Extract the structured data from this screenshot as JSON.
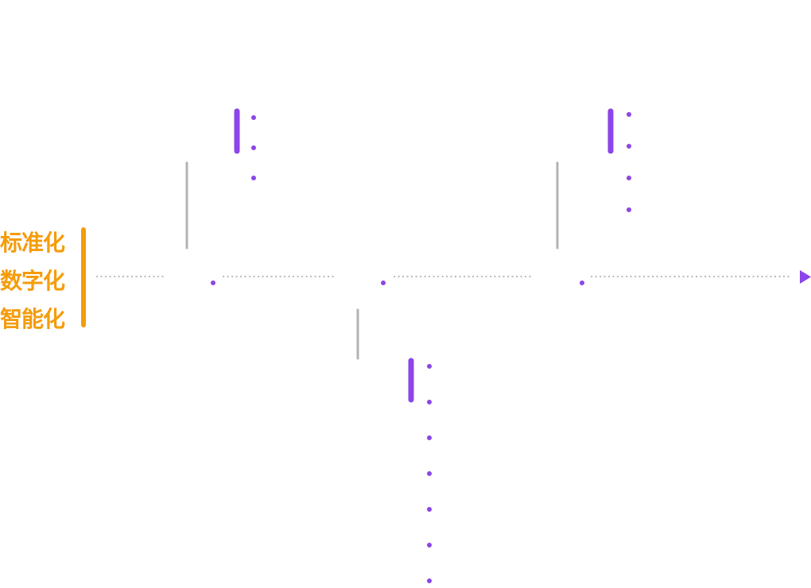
{
  "colors": {
    "accent": "#f59c0b",
    "purple": "#8b45e8",
    "gray": "#b3b3b3",
    "dot_gray": "#b9b9b9"
  },
  "label": {
    "lines": [
      "标准化",
      "数字化",
      "智能化"
    ]
  },
  "timeline": {
    "arrow_icon": "triangle-right-icon"
  },
  "branches": [
    {
      "direction": "up",
      "bullet_count": 3
    },
    {
      "direction": "down",
      "bullet_count": 7
    },
    {
      "direction": "up",
      "bullet_count": 4
    }
  ]
}
